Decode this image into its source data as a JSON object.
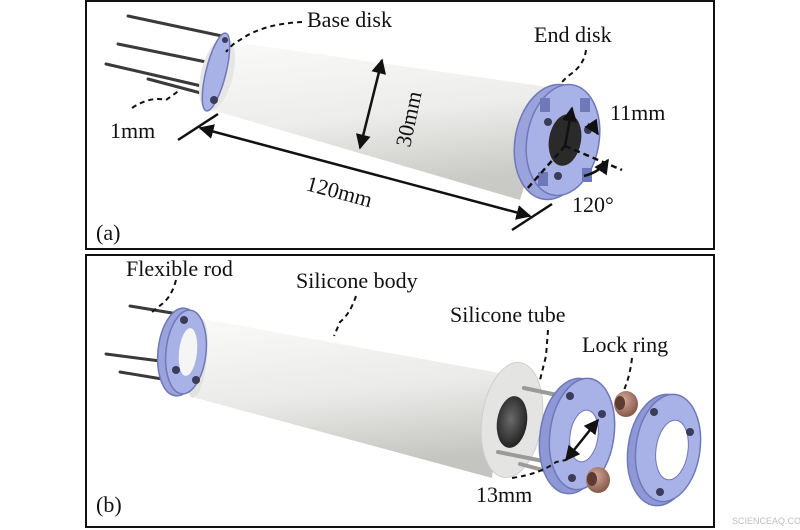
{
  "panel_a": {
    "panel_label": "(a)",
    "labels": {
      "base_disk": "Base disk",
      "end_disk": "End disk",
      "diameter": "30mm",
      "length": "120mm",
      "rod_diameter": "1mm",
      "offset": "11mm",
      "angle": "120°"
    }
  },
  "panel_b": {
    "panel_label": "(b)",
    "labels": {
      "flexible_rod": "Flexible rod",
      "silicone_body": "Silicone body",
      "silicone_tube": "Silicone tube",
      "lock_ring": "Lock ring",
      "ring_inner": "13mm"
    }
  },
  "watermark": "SCIENCEAQ.COM",
  "colors": {
    "body_light": "#f2f2f0",
    "body_shade": "#c8c8c6",
    "disk": "#a9b2e6",
    "disk_dark": "#6f78b8",
    "lock_ring": "#b88a7a",
    "frame": "#111111"
  }
}
